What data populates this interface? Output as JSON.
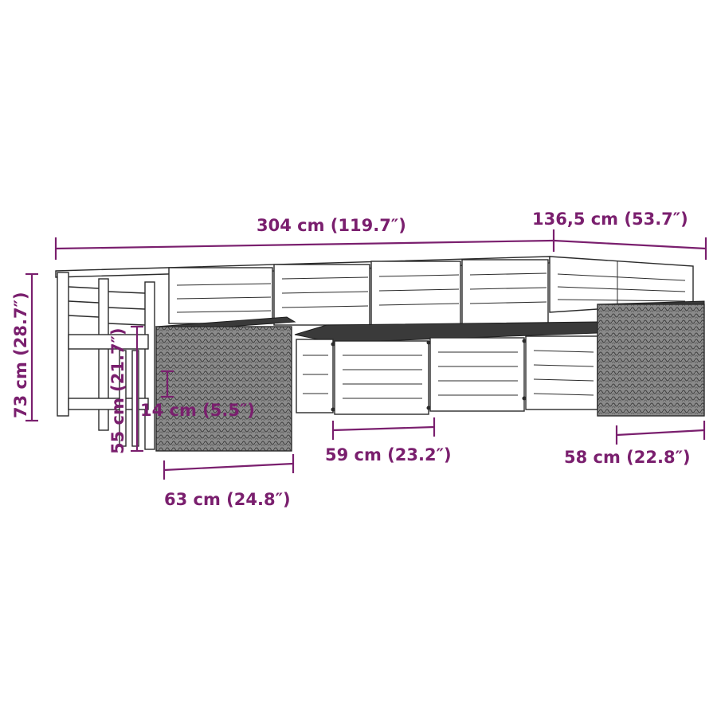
{
  "dimensions": {
    "total_width": "304 cm (119.7″)",
    "depth_side": "136,5 cm (53.7″)",
    "total_height": "73 cm (28.7″)",
    "seat_height": "55 cm (21.7″)",
    "cushion_thickness": "14 cm (5.5″)",
    "ottoman_width": "63 cm (24.8″)",
    "middle_seat_width": "59 cm (23.2″)",
    "corner_seat_width": "58 cm (22.8″)"
  },
  "colors": {
    "dimension_accent": "#7a1f6e",
    "wicker": "#6b6b6b",
    "outline": "#2b2b2b"
  }
}
